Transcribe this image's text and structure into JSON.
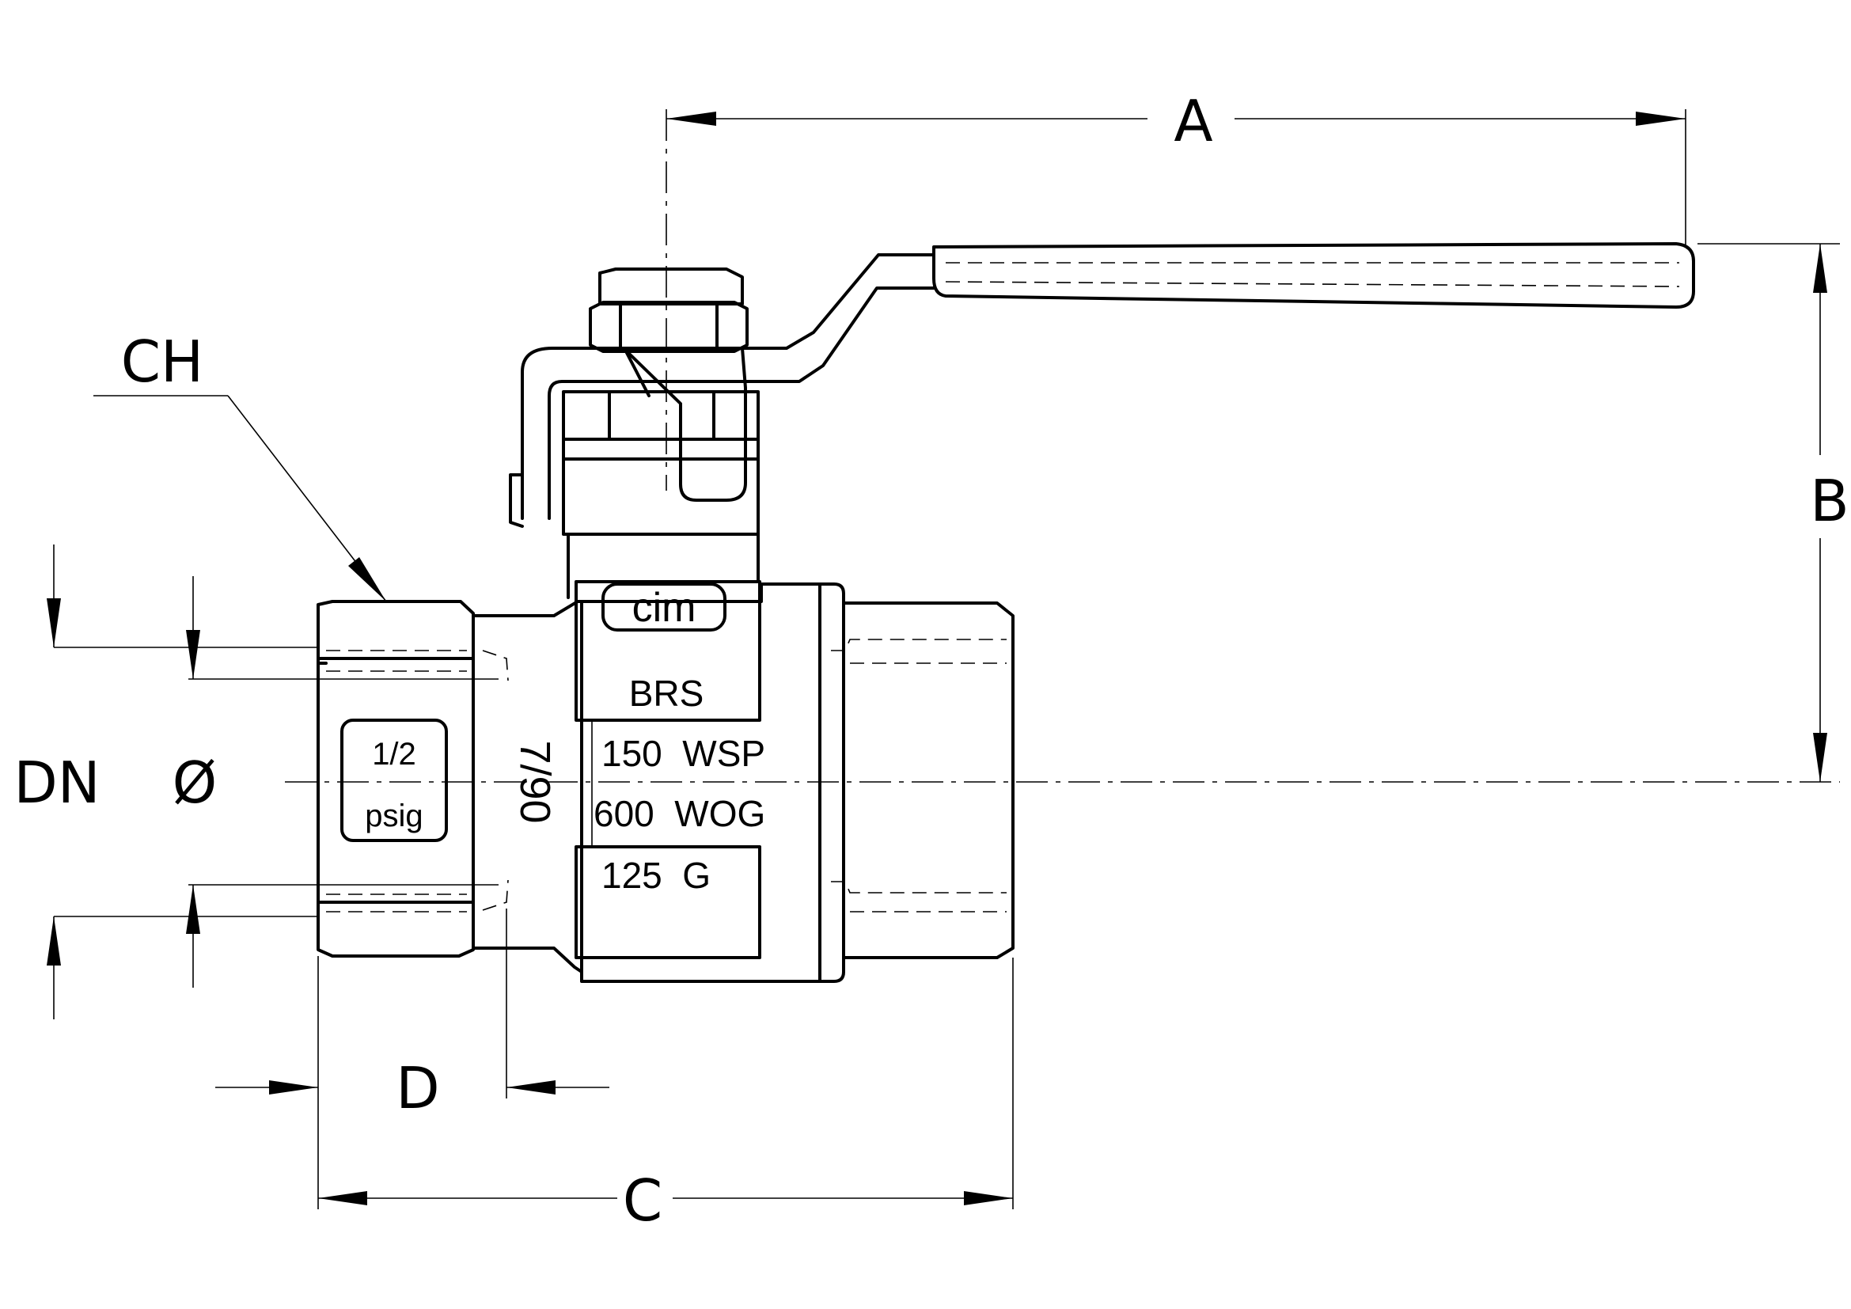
{
  "dimensions": {
    "a": "A",
    "b": "B",
    "c": "C",
    "d": "D",
    "ch": "CH",
    "dn": "DN",
    "diameter": "Ø"
  },
  "markings": {
    "brand": "cim",
    "material": "BRS",
    "wsp": "150  WSP",
    "wog": "600  WOG",
    "gas": "125  G",
    "size": "1/2",
    "unit": "psig",
    "date": "7/90"
  }
}
